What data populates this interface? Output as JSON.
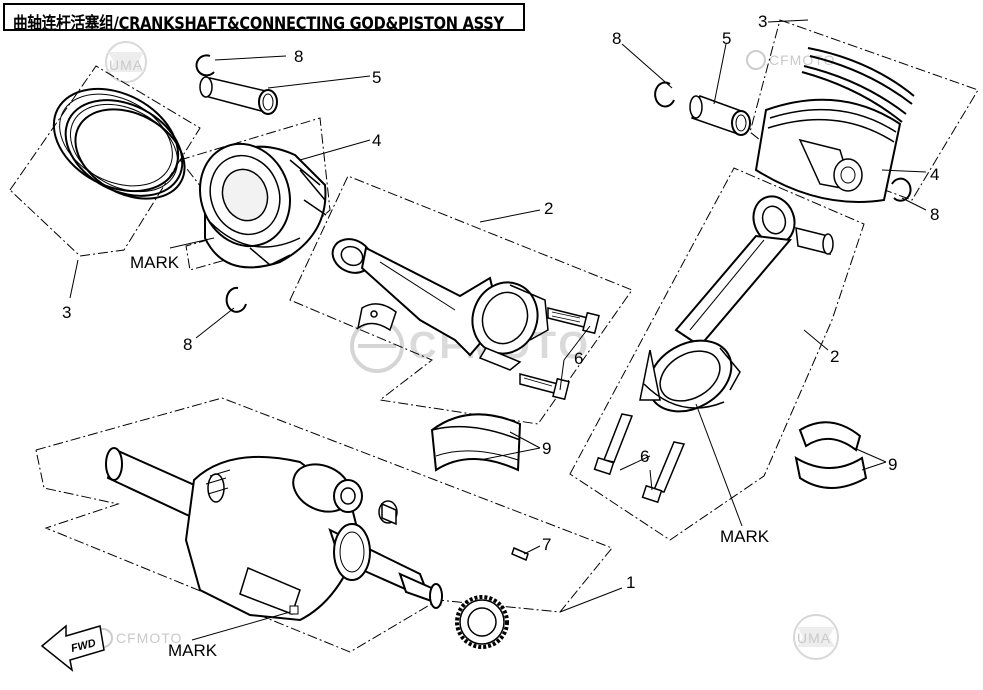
{
  "title": "曲轴连杆活塞组/CRANKSHAFT&CONNECTING GOD&PISTON ASSY",
  "callouts": {
    "c1": "1",
    "c2_left": "2",
    "c2_right": "2",
    "c3_left": "3",
    "c3_right": "3",
    "c4_left": "4",
    "c4_right": "4",
    "c5_left": "5",
    "c5_right": "5",
    "c6_left": "6",
    "c6_right": "6",
    "c7": "7",
    "c8_top_left": "8",
    "c8_bottom_left": "8",
    "c8_top_right": "8",
    "c8_right": "8",
    "c9_left": "9",
    "c9_right": "9"
  },
  "mark_labels": {
    "piston_left": "MARK",
    "rod_right": "MARK",
    "crank": "MARK"
  },
  "watermarks": {
    "uma_top": "UMA",
    "uma_bottom": "UMA",
    "cfmoto_top": "CFMOTO",
    "cfmoto_center": "CFMOTO",
    "cfmoto_bottom": "CFMOTO",
    "fwd": "FWD"
  },
  "icons": {
    "fwd_arrow": "fwd-arrow-icon",
    "cfmoto_logo": "cfmoto-logo-icon",
    "uma_logo": "uma-logo-icon"
  }
}
